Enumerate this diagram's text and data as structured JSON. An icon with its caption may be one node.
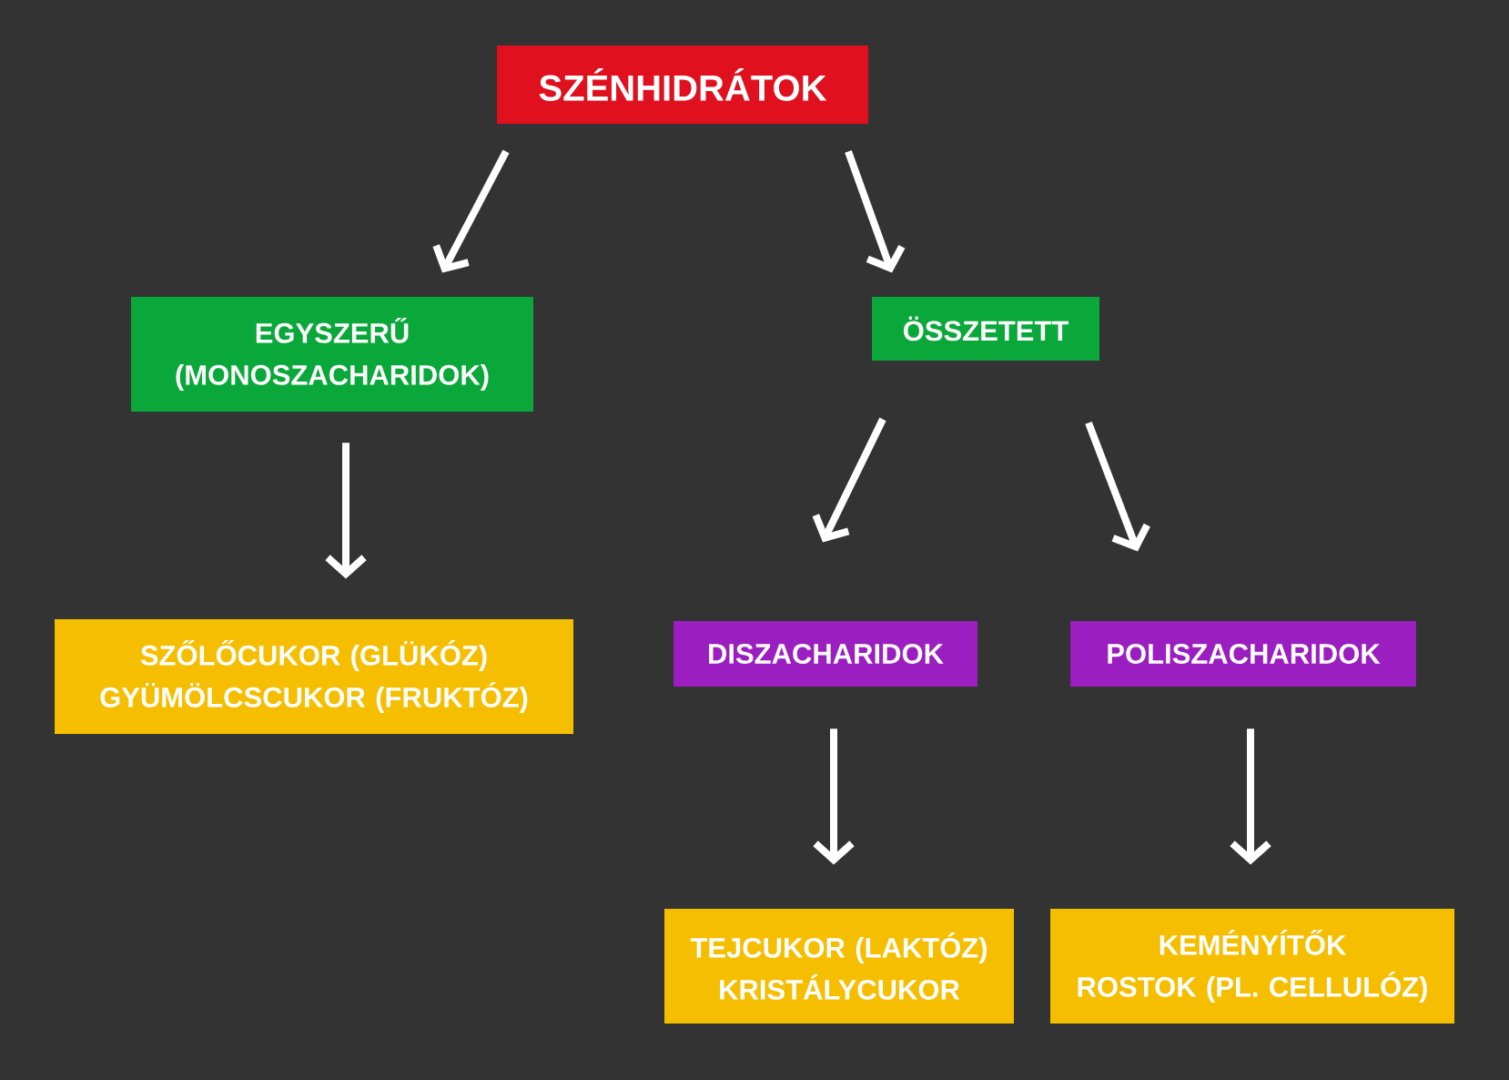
{
  "diagram": {
    "nodes": [
      {
        "text": [
          "SZÉNHIDRÁTOK"
        ]
      },
      {
        "text": [
          "EGYSZERŰ (MONOSZACHARIDOK)"
        ]
      },
      {
        "text": [
          "ÖSSZETETT"
        ]
      },
      {
        "text": [
          "SZŐLŐCUKOR (GLÜKÓZ)",
          "GYÜMÖLCSCUKOR (FRUKTÓZ)"
        ]
      },
      {
        "text": [
          "DISZACHARIDOK"
        ]
      },
      {
        "text": [
          "POLISZACHARIDOK"
        ]
      },
      {
        "text": [
          "TEJCUKOR (LAKTÓZ)",
          "KRISTÁLYCUKOR"
        ]
      },
      {
        "text": [
          "KEMÉNYÍTŐK",
          "ROSTOK (PL. CELLULÓZ)"
        ]
      }
    ],
    "edges": [
      {
        "from": 0,
        "to": 1,
        "arrow": "to"
      },
      {
        "from": 0,
        "to": 2,
        "arrow": "to"
      },
      {
        "from": 1,
        "to": 3,
        "arrow": "to"
      },
      {
        "from": 2,
        "to": 4,
        "arrow": "to"
      },
      {
        "from": 2,
        "to": 5,
        "arrow": "to"
      },
      {
        "from": 4,
        "to": 6,
        "arrow": "to"
      },
      {
        "from": 5,
        "to": 7,
        "arrow": "to"
      }
    ]
  }
}
